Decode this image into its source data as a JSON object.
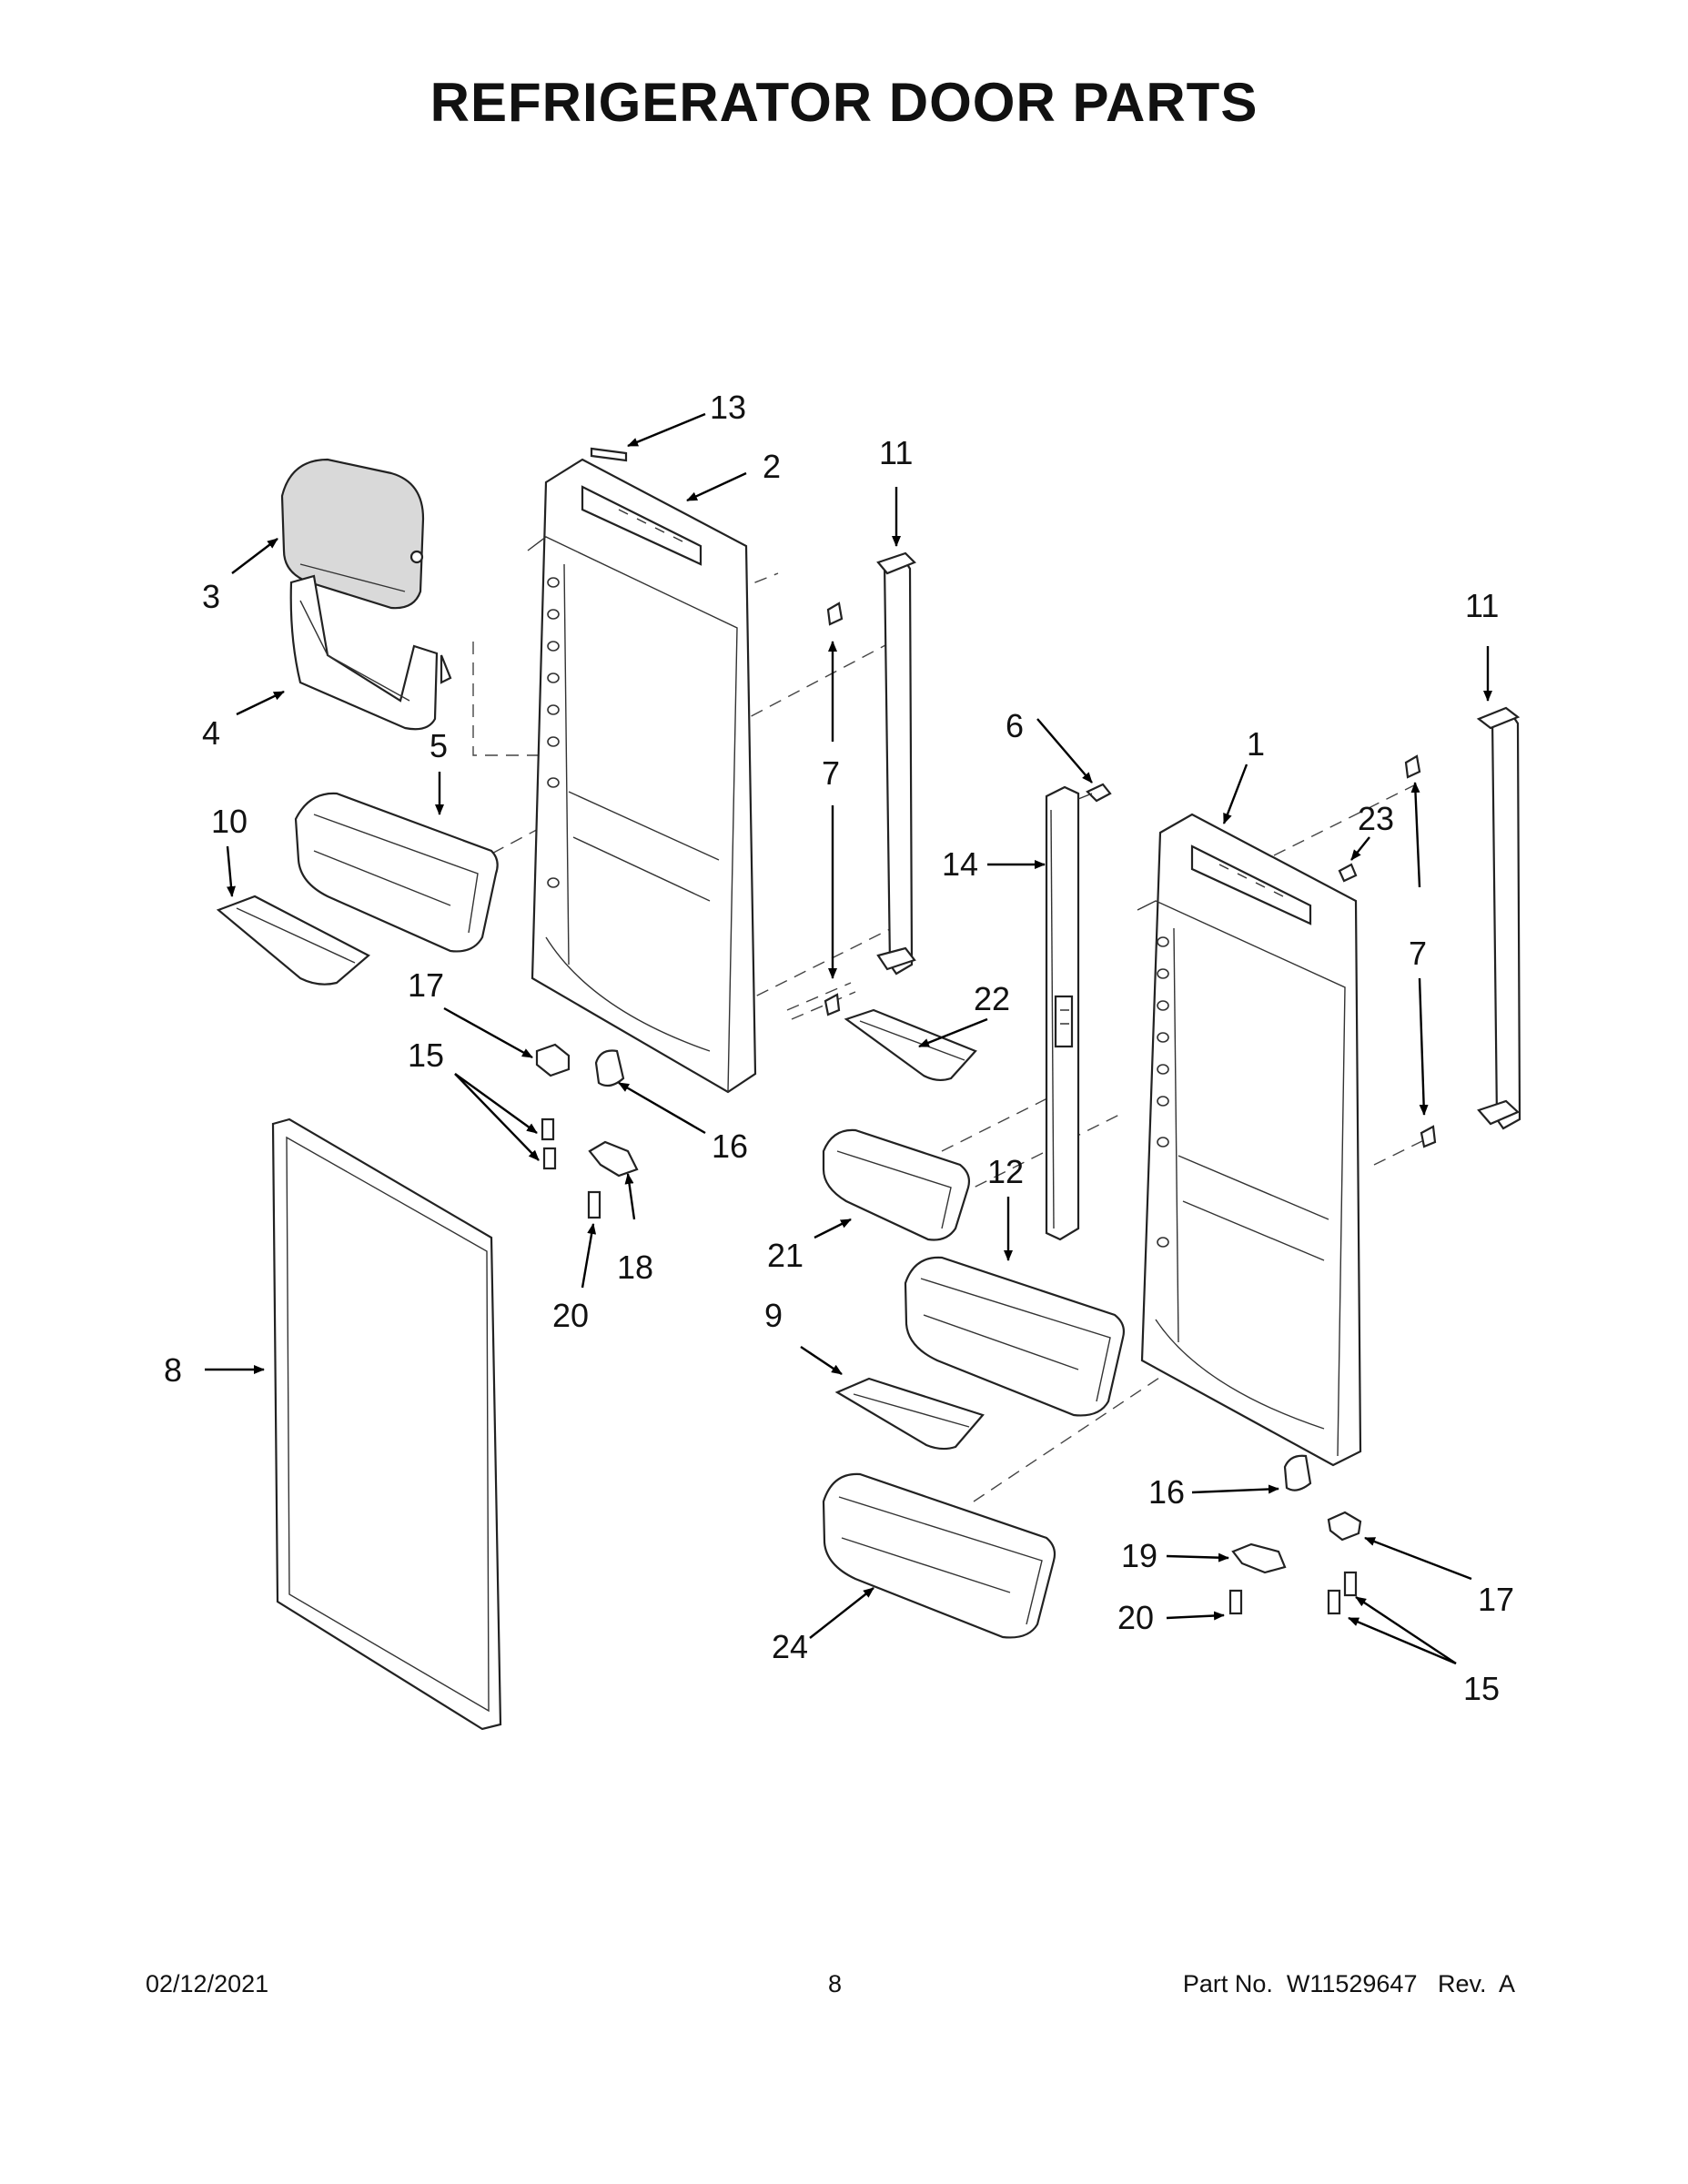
{
  "title": "REFRIGERATOR DOOR PARTS",
  "callouts": {
    "c1": "1",
    "c2": "2",
    "c3": "3",
    "c4": "4",
    "c5": "5",
    "c6": "6",
    "c7a": "7",
    "c7b": "7",
    "c8": "8",
    "c9": "9",
    "c10": "10",
    "c11a": "11",
    "c11b": "11",
    "c12": "12",
    "c13": "13",
    "c14": "14",
    "c15a": "15",
    "c15b": "15",
    "c16a": "16",
    "c16b": "16",
    "c17a": "17",
    "c17b": "17",
    "c18": "18",
    "c19": "19",
    "c20a": "20",
    "c20b": "20",
    "c21": "21",
    "c22": "22",
    "c23": "23",
    "c24": "24"
  },
  "footer": {
    "date": "02/12/2021",
    "page": "8",
    "part_number": "Part No.  W11529647   Rev.  A"
  }
}
